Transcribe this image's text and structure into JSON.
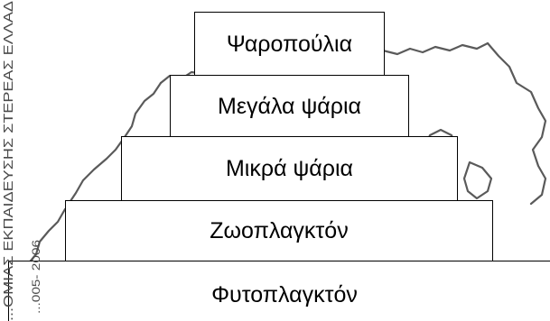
{
  "pyramid": {
    "levels": [
      {
        "label": "Ψαροπούλια"
      },
      {
        "label": "Μεγάλα ψάρια"
      },
      {
        "label": "Μικρά ψάρια"
      },
      {
        "label": "Ζωοπλαγκτόν"
      },
      {
        "label": "Φυτοπλαγκτόν"
      }
    ]
  },
  "watermark": {
    "organization": "...ΟΜΙΑΣ ΕΚΠΑΙΔΕΥΣΗΣ ΣΤΕΡΕΑΣ ΕΛΛΑΔ...",
    "years": "...005- 2006"
  },
  "colors": {
    "ink": "#000000",
    "outline": "#5a5a5a",
    "background": "#ffffff"
  }
}
